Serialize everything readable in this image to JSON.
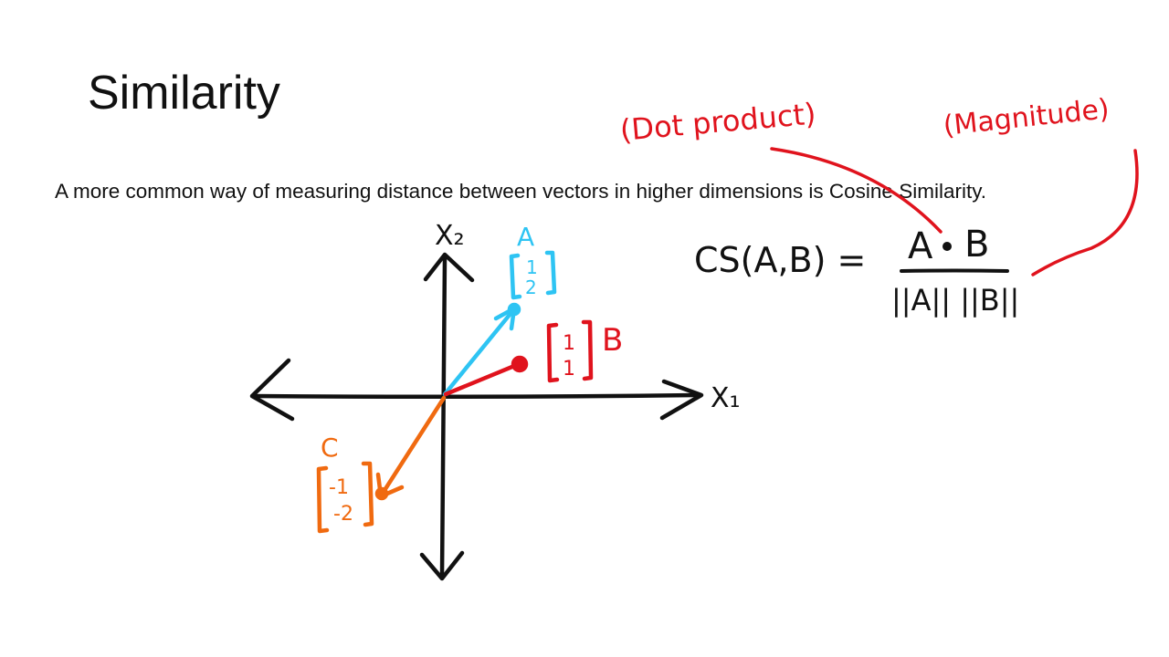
{
  "slide": {
    "title": "Similarity",
    "subtitle": "A more common way of measuring distance between vectors in higher dimensions is Cosine Similarity."
  },
  "diagram": {
    "axis_x_label": "X₁",
    "axis_y_label": "X₂",
    "vectors": [
      {
        "name": "A",
        "components": [
          "1",
          "2"
        ],
        "color": "#2ec4f3"
      },
      {
        "name": "B",
        "components": [
          "1",
          "1"
        ],
        "color": "#e0131d"
      },
      {
        "name": "C",
        "components": [
          "-1",
          "-2"
        ],
        "color": "#f06a10"
      }
    ],
    "formula": {
      "lhs": "CS(A,B) =",
      "numerator_left": "A",
      "numerator_right": "B",
      "denominator": "||A|| ||B||"
    },
    "annotations": {
      "dot_product": "(Dot product)",
      "magnitude": "(Magnitude)",
      "color": "#e0131d"
    },
    "ink_color": "#111111"
  }
}
